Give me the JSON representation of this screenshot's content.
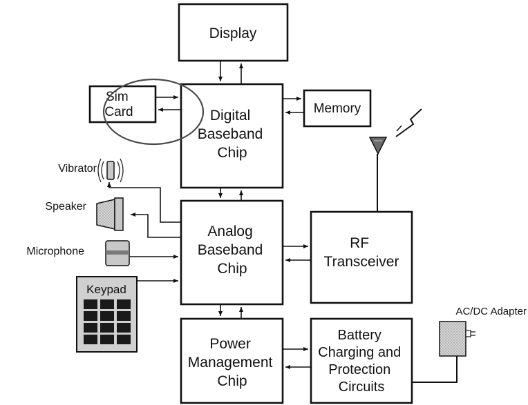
{
  "blocks": {
    "display": [
      "Display"
    ],
    "sim_card": [
      "Sim",
      "Card"
    ],
    "digital_baseband": [
      "Digital",
      "Baseband",
      "Chip"
    ],
    "memory": [
      "Memory"
    ],
    "analog_baseband": [
      "Analog",
      "Baseband",
      "Chip"
    ],
    "rf_transceiver": [
      "RF",
      "Transceiver"
    ],
    "power_management": [
      "Power",
      "Management",
      "Chip"
    ],
    "battery_charging": [
      "Battery",
      "Charging and",
      "Protection",
      "Circuits"
    ],
    "keypad": [
      "Keypad"
    ]
  },
  "peripherals": {
    "vibrator": "Vibrator",
    "speaker": "Speaker",
    "microphone": "Microphone",
    "ac_dc_adapter": "AC/DC Adapter"
  },
  "colors": {
    "ink": "#111111",
    "highlight_circle": "#4a4a4a",
    "device_gray": "#c8c8c8",
    "keypad_key": "#1a1a1a"
  },
  "icons": [
    "vibrator-icon",
    "speaker-icon",
    "microphone-icon",
    "antenna-icon",
    "lightning-icon",
    "adapter-icon",
    "keypad-grid-icon"
  ]
}
